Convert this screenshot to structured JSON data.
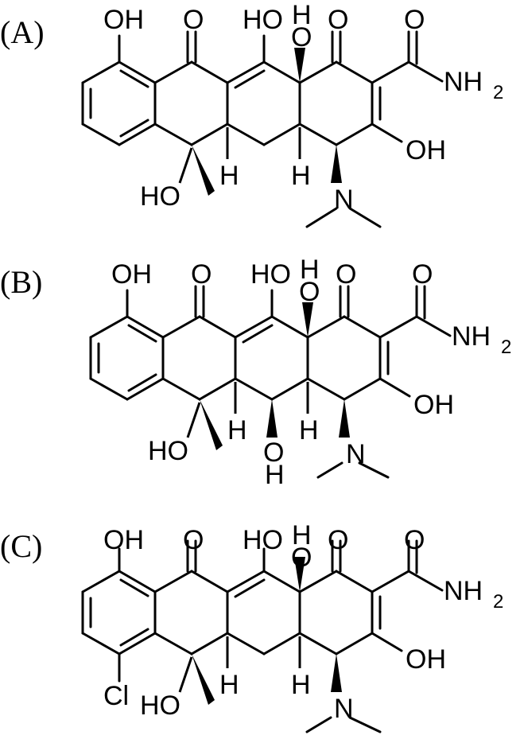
{
  "figure": {
    "panels": [
      {
        "label": "(A)",
        "substituent_ring1": "",
        "position_6_group": "",
        "atoms": {
          "oh_top_left": "OH",
          "o_ketone_left": "O",
          "ho_enol": "HO",
          "h_top_center": "H",
          "o_center": "O",
          "o_ketone_right": "O",
          "o_amide": "O",
          "nh": "NH",
          "nh_sub": "2",
          "oh_right": "OH",
          "ho_bottom": "HO",
          "h_left": "H",
          "h_mid": "H",
          "n_dimethyl": "N"
        }
      },
      {
        "label": "(B)",
        "substituent_ring1": "",
        "position_6_group": "OH",
        "atoms": {
          "oh_top_left": "OH",
          "o_ketone_left": "O",
          "ho_enol": "HO",
          "h_top_center": "H",
          "o_center": "O",
          "o_ketone_right": "O",
          "o_amide": "O",
          "nh": "NH",
          "nh_sub": "2",
          "oh_right": "OH",
          "ho_bottom": "HO",
          "h_left": "H",
          "h_mid": "H",
          "n_dimethyl": "N",
          "o_bottom_extra": "O",
          "h_bottom_extra": "H"
        }
      },
      {
        "label": "(C)",
        "substituent_ring1": "Cl",
        "position_6_group": "",
        "atoms": {
          "oh_top_left": "OH",
          "o_ketone_left": "O",
          "ho_enol": "HO",
          "h_top_center": "H",
          "o_center": "O",
          "o_ketone_right": "O",
          "o_amide": "O",
          "nh": "NH",
          "nh_sub": "2",
          "oh_right": "OH",
          "ho_bottom": "HO",
          "h_left": "H",
          "h_mid": "H",
          "n_dimethyl": "N",
          "cl": "Cl"
        }
      }
    ]
  }
}
